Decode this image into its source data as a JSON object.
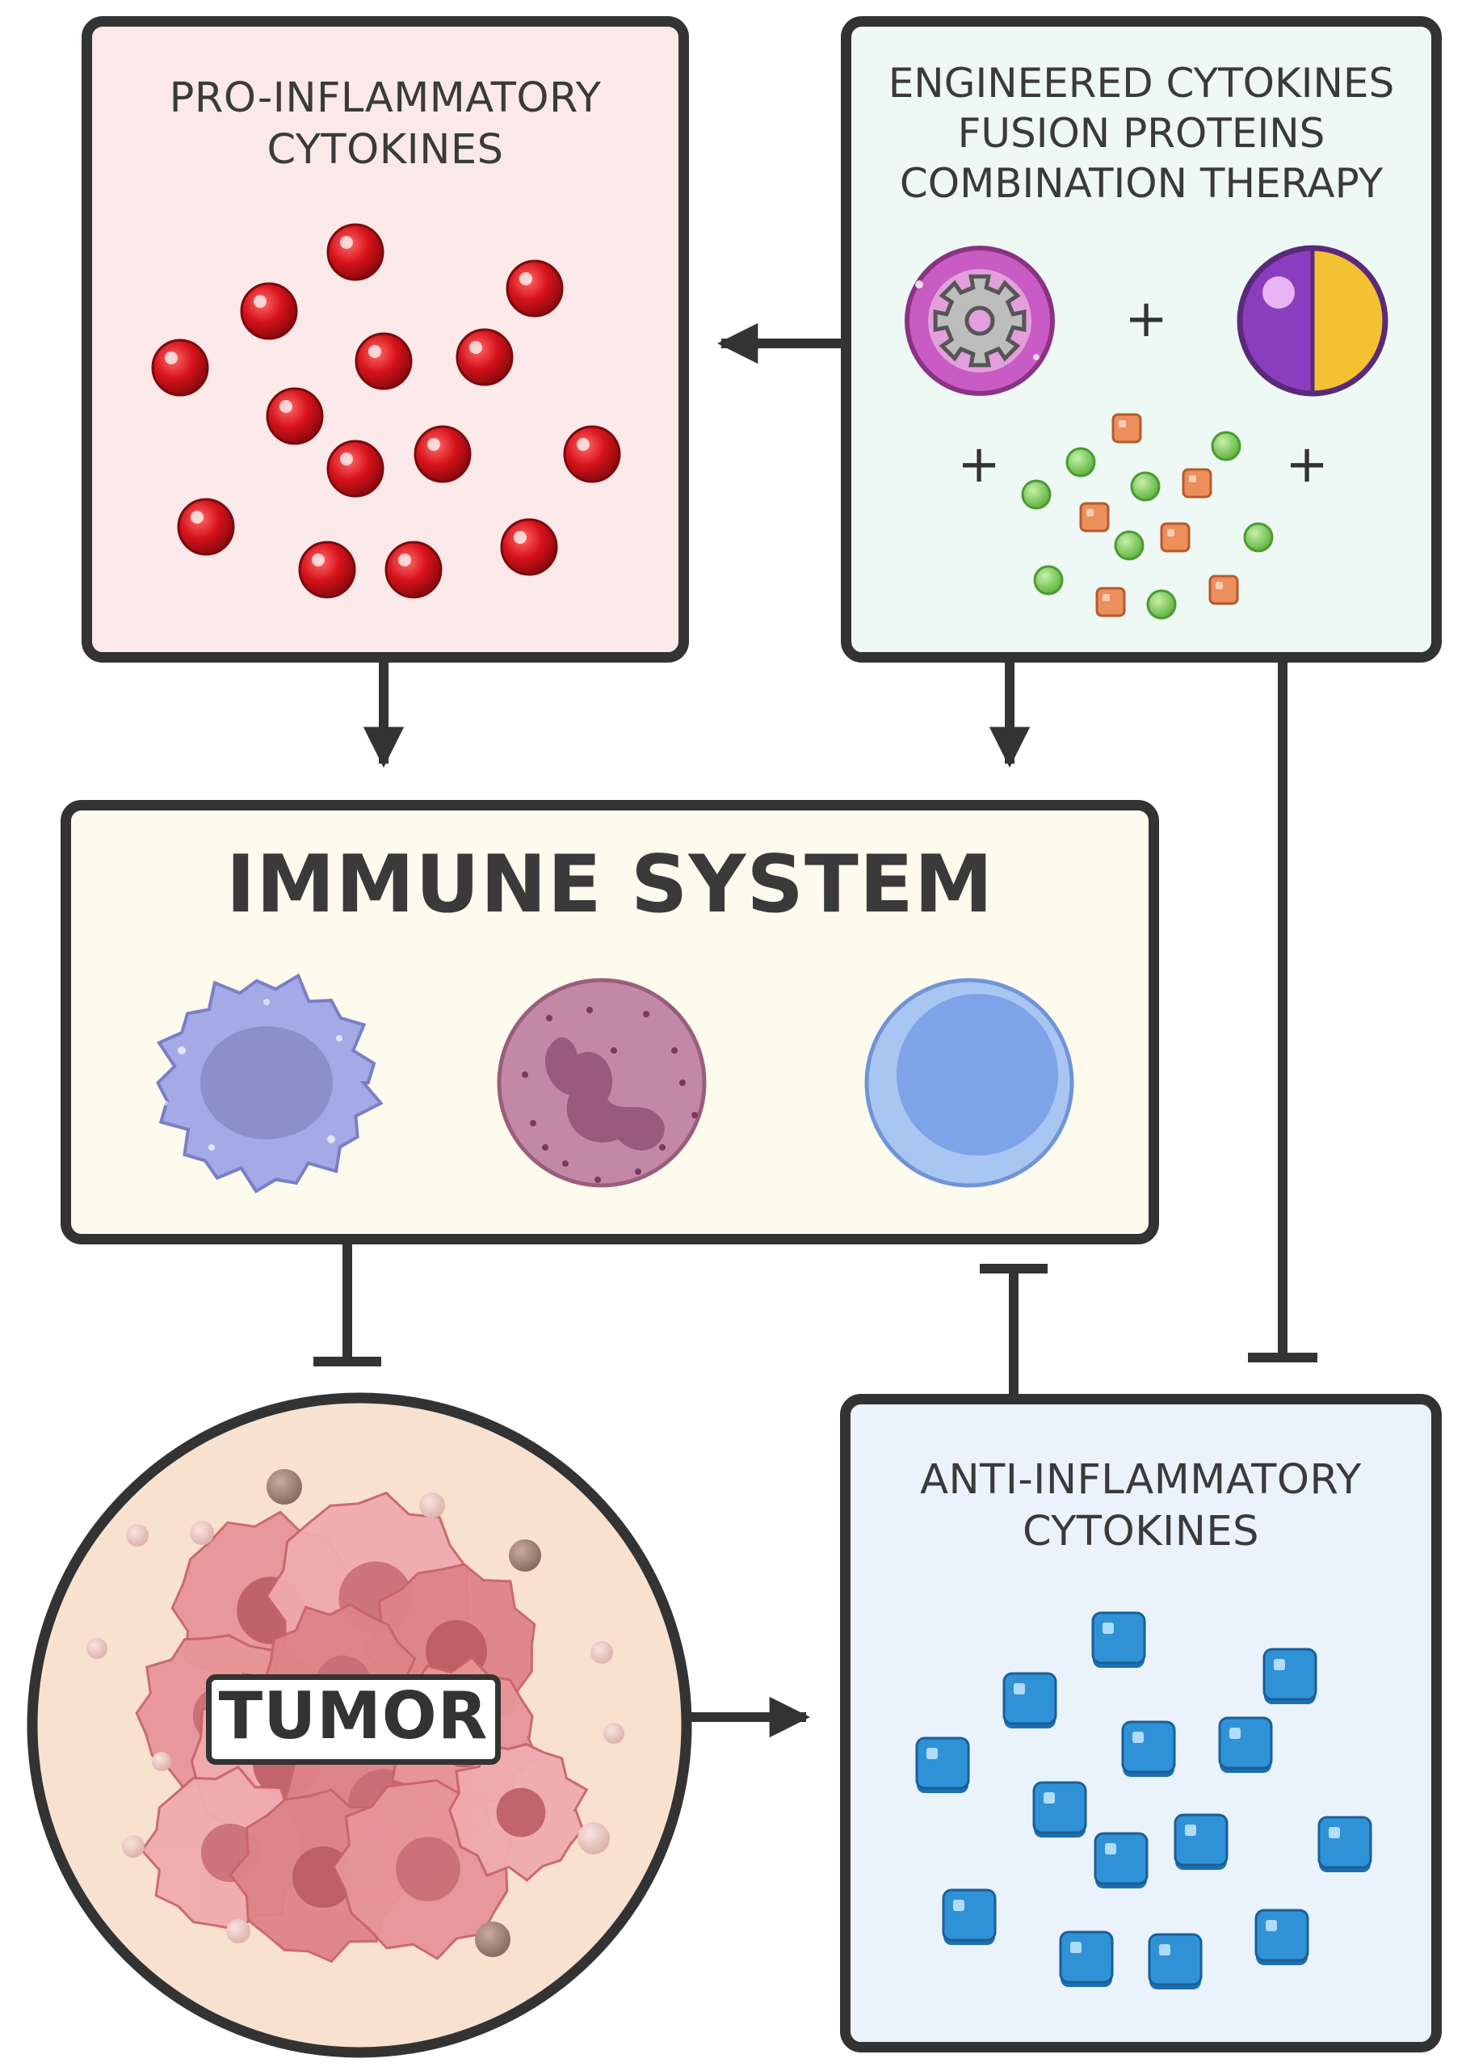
{
  "panels": {
    "pro_inflammatory": {
      "title_line1": "PRO-INFLAMMATORY",
      "title_line2": "CYTOKINES",
      "fill": "#fbe8e8"
    },
    "therapy": {
      "line1": "ENGINEERED CYTOKINES",
      "line2": "FUSION PROTEINS",
      "line3": "COMBINATION THERAPY",
      "plus": "+",
      "fill": "#eef8f4"
    },
    "immune_system": {
      "title": "IMMUNE SYSTEM",
      "fill": "#fdfaee"
    },
    "anti_inflammatory": {
      "title_line1": "ANTI-INFLAMMATORY",
      "title_line2": "CYTOKINES",
      "fill": "#eaf2fb"
    }
  },
  "tumor": {
    "label": "TUMOR",
    "fill": "#f8e1cf"
  },
  "colors": {
    "outline": "#333333",
    "pro_cytokine": "#d6121a",
    "anti_cytokine": "#2f92d6",
    "green_particle": "#7fcf5e",
    "orange_particle": "#ec8f5c"
  },
  "icons": {
    "pro_cytokine": "red-sphere",
    "anti_cytokine": "blue-cube",
    "engineered_cytokine": "pink-cell-with-gear",
    "fusion_protein": "purple-yellow-half-sphere",
    "macrophage": "lilac-irregular-cell",
    "neutrophil": "purple-lobed-nucleus-cell",
    "lymphocyte": "blue-round-cell"
  }
}
